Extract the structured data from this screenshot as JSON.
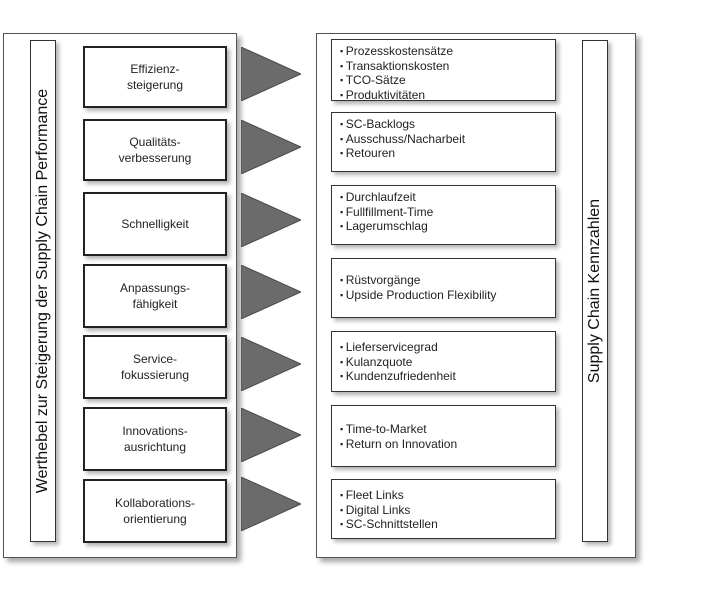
{
  "left_title": "Werthebel zur Steigerung der Supply Chain Performance",
  "right_title": "Supply Chain Kennzahlen",
  "colors": {
    "arrow": "#6b6b6b",
    "border": "#222222"
  },
  "rows": [
    {
      "lever": [
        "Effizienz-",
        "steigerung"
      ],
      "metrics": [
        "Prozesskostensätze",
        "Transaktionskosten",
        "TCO-Sätze",
        "Produktivitäten"
      ]
    },
    {
      "lever": [
        "Qualitäts-",
        "verbesserung"
      ],
      "metrics": [
        "SC-Backlogs",
        "Ausschuss/Nacharbeit",
        "Retouren"
      ]
    },
    {
      "lever": [
        "Schnelligkeit"
      ],
      "metrics": [
        "Durchlaufzeit",
        "Fullfillment-Time",
        "Lagerumschlag"
      ]
    },
    {
      "lever": [
        "Anpassungs-",
        "fähigkeit"
      ],
      "metrics": [
        "Rüstvorgänge",
        "Upside Production Flexibility"
      ]
    },
    {
      "lever": [
        "Service-",
        "fokussierung"
      ],
      "metrics": [
        "Lieferservicegrad",
        "Kulanzquote",
        "Kundenzufriedenheit"
      ]
    },
    {
      "lever": [
        "Innovations-",
        "ausrichtung"
      ],
      "metrics": [
        "Time-to-Market",
        "Return on Innovation"
      ]
    },
    {
      "lever": [
        "Kollaborations-",
        "orientierung"
      ],
      "metrics": [
        "Fleet Links",
        "Digital Links",
        "SC-Schnittstellen"
      ]
    }
  ]
}
